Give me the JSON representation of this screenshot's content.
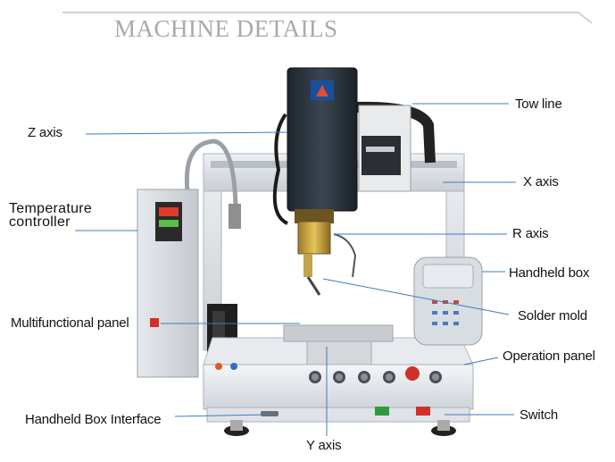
{
  "title": "MACHINE DETAILS",
  "labels": {
    "z_axis": "Z axis",
    "tow_line": "Tow line",
    "x_axis": "X axis",
    "temperature_controller_line1": "Temperature",
    "temperature_controller_line2": "controller",
    "r_axis": "R axis",
    "handheld_box": "Handheld box",
    "solder_mold": "Solder mold",
    "multifunctional_panel": "Multifunctional panel",
    "operation_panel": "Operation panel",
    "handheld_box_interface": "Handheld Box Interface",
    "switch": "Switch",
    "y_axis": "Y axis"
  },
  "colors": {
    "title": "#a9a9a9",
    "leader_line": "#3a7cc0",
    "frame": "#d9dde2",
    "head": "#2c3540",
    "accent_red": "#d0302a"
  }
}
